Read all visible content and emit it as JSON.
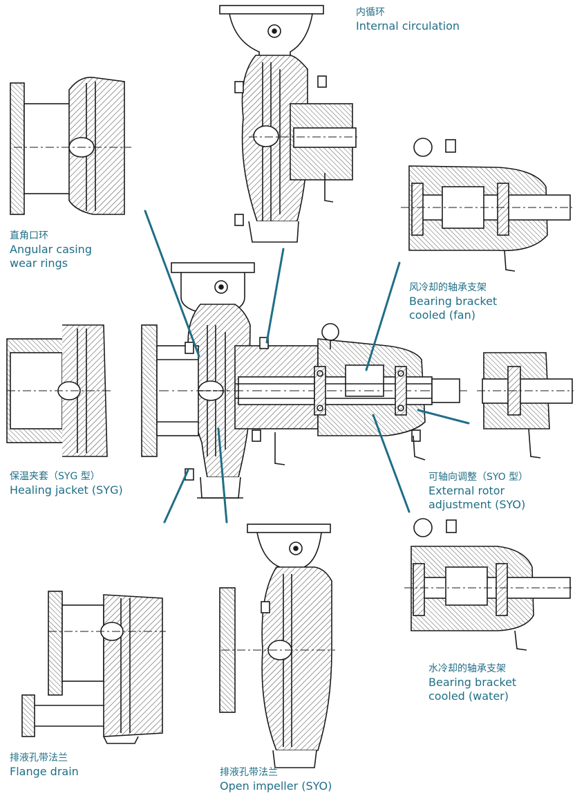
{
  "labels": {
    "internal_circulation": {
      "zh": "内循环",
      "en": [
        "Internal circulation"
      ]
    },
    "angular_casing": {
      "zh": "直角口环",
      "en": [
        "Angular casing",
        "wear rings"
      ]
    },
    "bearing_fan": {
      "zh": "风冷却的轴承支架",
      "en": [
        "Bearing bracket",
        "cooled (fan)"
      ]
    },
    "heating_jacket": {
      "zh": "保温夹套（SYG 型）",
      "en": [
        "Healing jacket (SYG)"
      ]
    },
    "external_rotor": {
      "zh": "可轴向调整（SYO 型）",
      "en": [
        "External rotor",
        "adjustment (SYO)"
      ]
    },
    "bearing_water": {
      "zh": "水冷却的轴承支架",
      "en": [
        "Bearing bracket",
        "cooled (water)"
      ]
    },
    "flange_drain": {
      "zh": "排液孔带法兰",
      "en": [
        "Flange drain"
      ]
    },
    "open_impeller": {
      "zh": "排液孔带法兰",
      "en": [
        "Open impeller (SYO)"
      ]
    }
  },
  "colors": {
    "label": "#1f6e86",
    "leader": "#1f6e86",
    "drawing": "#1a1a1a",
    "hatch": "#555555"
  }
}
